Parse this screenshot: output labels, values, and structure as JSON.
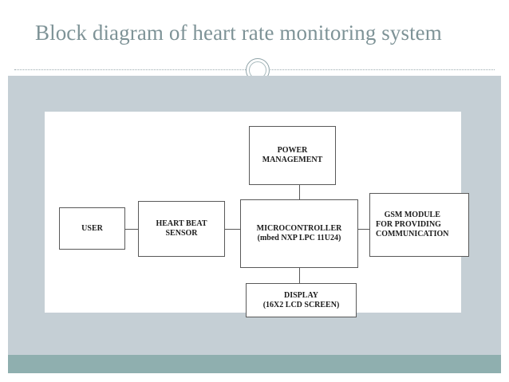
{
  "slide": {
    "title": "Block diagram of heart rate monitoring system",
    "ornament_icon": "circle-ornament-icon",
    "colors": {
      "title_text": "#7e9397",
      "body_panel": "#c5cfd5",
      "footer_bar": "#8fafaf",
      "canvas": "#ffffff",
      "box_border": "#595959",
      "box_text": "#1c1c1c",
      "divider": "#9aa9ad"
    }
  },
  "diagram": {
    "type": "block-diagram",
    "boxes": [
      {
        "id": "user",
        "lines": [
          "USER"
        ]
      },
      {
        "id": "heart-beat-sensor",
        "lines": [
          "HEART  BEAT",
          "SENSOR"
        ]
      },
      {
        "id": "power-management",
        "lines": [
          "POWER",
          "MANAGEMENT"
        ]
      },
      {
        "id": "microcontroller",
        "lines": [
          "MICROCONTROLLER",
          "(mbed NXP LPC 11U24)"
        ]
      },
      {
        "id": "gsm-module",
        "lines": [
          "GSM MODULE",
          "FOR PROVIDING",
          "COMMUNICATION"
        ]
      },
      {
        "id": "display",
        "lines": [
          "DISPLAY",
          "(16X2 LCD SCREEN)"
        ]
      }
    ],
    "connections": [
      {
        "from": "user",
        "to": "heart-beat-sensor",
        "orientation": "horizontal"
      },
      {
        "from": "heart-beat-sensor",
        "to": "microcontroller",
        "orientation": "horizontal"
      },
      {
        "from": "microcontroller",
        "to": "gsm-module",
        "orientation": "horizontal"
      },
      {
        "from": "power-management",
        "to": "microcontroller",
        "orientation": "vertical"
      },
      {
        "from": "microcontroller",
        "to": "display",
        "orientation": "vertical"
      }
    ]
  }
}
